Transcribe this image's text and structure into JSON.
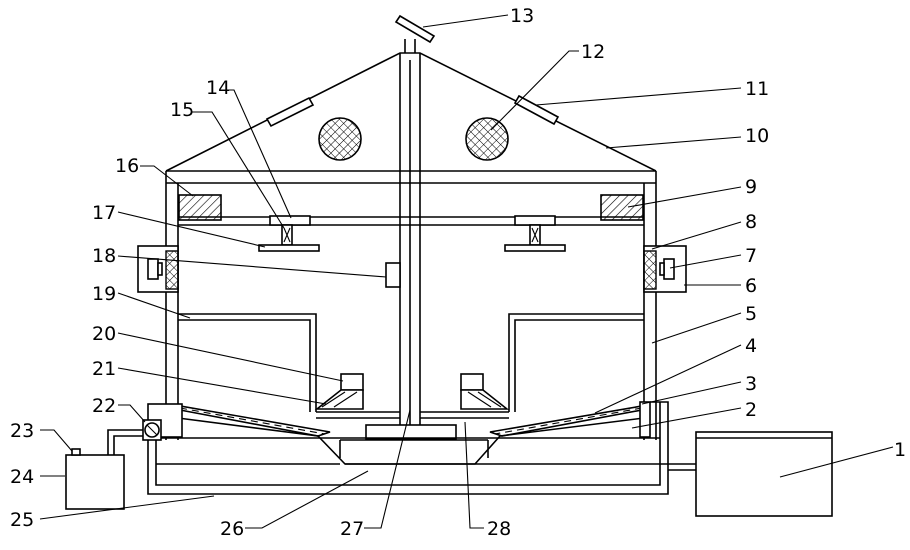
{
  "labels": [
    {
      "text": "1"
    },
    {
      "text": "2"
    },
    {
      "text": "3"
    },
    {
      "text": "4"
    },
    {
      "text": "5"
    },
    {
      "text": "6"
    },
    {
      "text": "7"
    },
    {
      "text": "8"
    },
    {
      "text": "9"
    },
    {
      "text": "10"
    },
    {
      "text": "11"
    },
    {
      "text": "12"
    },
    {
      "text": "13"
    },
    {
      "text": "14"
    },
    {
      "text": "15"
    },
    {
      "text": "16"
    },
    {
      "text": "17"
    },
    {
      "text": "18"
    },
    {
      "text": "19"
    },
    {
      "text": "20"
    },
    {
      "text": "21"
    },
    {
      "text": "22"
    },
    {
      "text": "23"
    },
    {
      "text": "24"
    },
    {
      "text": "25"
    },
    {
      "text": "26"
    },
    {
      "text": "27"
    },
    {
      "text": "28"
    }
  ],
  "colors": {
    "line": "#000000",
    "background": "#ffffff"
  }
}
